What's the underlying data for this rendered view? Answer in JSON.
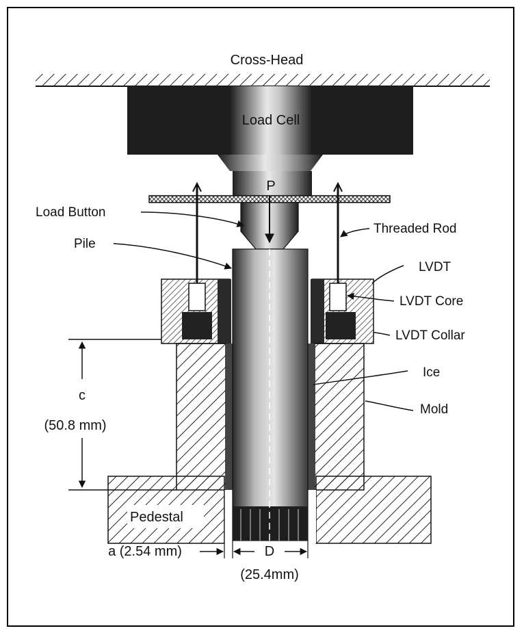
{
  "labels": {
    "cross_head": "Cross-Head",
    "load_cell": "Load Cell",
    "p": "P",
    "load_button": "Load Button",
    "threaded_rod": "Threaded Rod",
    "pile": "Pile",
    "lvdt": "LVDT",
    "lvdt_core": "LVDT Core",
    "lvdt_collar": "LVDT Collar",
    "ice": "Ice",
    "mold": "Mold",
    "c": "c",
    "c_value": "(50.8 mm)",
    "pedestal": "Pedestal",
    "a_value": "a (2.54 mm)",
    "d": "D",
    "d_value": "(25.4mm)"
  },
  "colors": {
    "ink": "#111111",
    "metal_dark": "#1e1e1e",
    "metal_light": "#d8d8d8"
  }
}
